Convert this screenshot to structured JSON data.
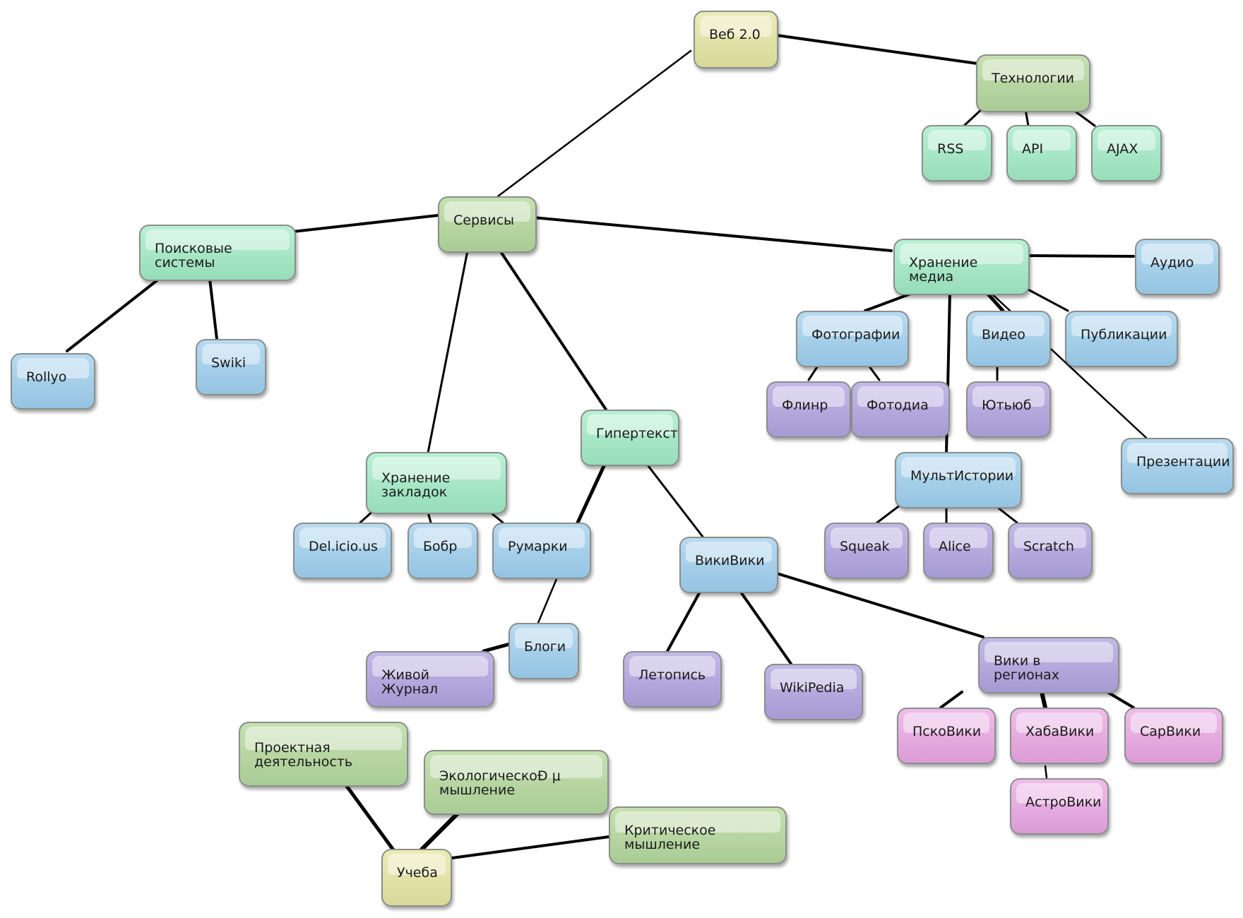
{
  "diagram": {
    "nodes": [
      {
        "id": "veb20",
        "label": "Веб 2.0",
        "color": "#e2e1a6"
      },
      {
        "id": "tech",
        "label": "Технологии",
        "color": "#b7d5a1"
      },
      {
        "id": "rss",
        "label": "RSS",
        "color": "#a7e6c6"
      },
      {
        "id": "api",
        "label": "API",
        "color": "#a7e6c6"
      },
      {
        "id": "ajax",
        "label": "AJAX",
        "color": "#a7e6c6"
      },
      {
        "id": "services",
        "label": "Сервисы",
        "color": "#b7d5a1"
      },
      {
        "id": "search",
        "label": "Поисковые системы",
        "color": "#a7e6c6"
      },
      {
        "id": "rollyo",
        "label": "Rollyo",
        "color": "#a6cfe9"
      },
      {
        "id": "swiki",
        "label": "Swiki",
        "color": "#a6cfe9"
      },
      {
        "id": "media",
        "label": "Хранение медиа",
        "color": "#a7e6c6"
      },
      {
        "id": "audio",
        "label": "Аудио",
        "color": "#a6cfe9"
      },
      {
        "id": "photos",
        "label": "Фотографии",
        "color": "#a6cfe9"
      },
      {
        "id": "video",
        "label": "Видео",
        "color": "#a6cfe9"
      },
      {
        "id": "pubs",
        "label": "Публикации",
        "color": "#a6cfe9"
      },
      {
        "id": "flickr",
        "label": "Флинр",
        "color": "#b4a9dc"
      },
      {
        "id": "fotodia",
        "label": "Фотодиа",
        "color": "#b4a9dc"
      },
      {
        "id": "youtube",
        "label": "Ютьюб",
        "color": "#b4a9dc"
      },
      {
        "id": "present",
        "label": "Презентации",
        "color": "#a6cfe9"
      },
      {
        "id": "multi",
        "label": "МультИстории",
        "color": "#a6cfe9"
      },
      {
        "id": "squeak",
        "label": "Squeak",
        "color": "#b4a9dc"
      },
      {
        "id": "alice",
        "label": "Alice",
        "color": "#b4a9dc"
      },
      {
        "id": "scratch",
        "label": "Scratch",
        "color": "#b4a9dc"
      },
      {
        "id": "bookmarks",
        "label": "Хранение\nзакладок",
        "color": "#a7e6c6"
      },
      {
        "id": "delicious",
        "label": "Del.icio.us",
        "color": "#a6cfe9"
      },
      {
        "id": "bobr",
        "label": "Бобр",
        "color": "#a6cfe9"
      },
      {
        "id": "rumarki",
        "label": "Румарки",
        "color": "#a6cfe9"
      },
      {
        "id": "hypertext",
        "label": "Гипертекст",
        "color": "#a7e6c6"
      },
      {
        "id": "wikiwiki",
        "label": "ВикиВики",
        "color": "#a6cfe9"
      },
      {
        "id": "blogi",
        "label": "Блоги",
        "color": "#a6cfe9"
      },
      {
        "id": "lj",
        "label": "Живой Журнал",
        "color": "#b4a9dc"
      },
      {
        "id": "letopis",
        "label": "Летопись",
        "color": "#b4a9dc"
      },
      {
        "id": "wikipedia",
        "label": "WikiPedia",
        "color": "#b4a9dc"
      },
      {
        "id": "regions",
        "label": "Вики в регионах",
        "color": "#b4a9dc"
      },
      {
        "id": "pskov",
        "label": "ПскоВики",
        "color": "#e6abe0"
      },
      {
        "id": "haba",
        "label": "ХабаВики",
        "color": "#e6abe0"
      },
      {
        "id": "sar",
        "label": "СарВики",
        "color": "#e6abe0"
      },
      {
        "id": "astro",
        "label": "АстроВики",
        "color": "#e6abe0"
      },
      {
        "id": "project",
        "label": "Проектная\nдеятельность",
        "color": "#b7d5a1"
      },
      {
        "id": "eco",
        "label": "ЭкологическоÐ μ\nмышление",
        "color": "#b7d5a1"
      },
      {
        "id": "critical",
        "label": "Критическое мышление",
        "color": "#b7d5a1"
      },
      {
        "id": "ucheba",
        "label": "Учеба",
        "color": "#e2e1a6"
      }
    ]
  }
}
